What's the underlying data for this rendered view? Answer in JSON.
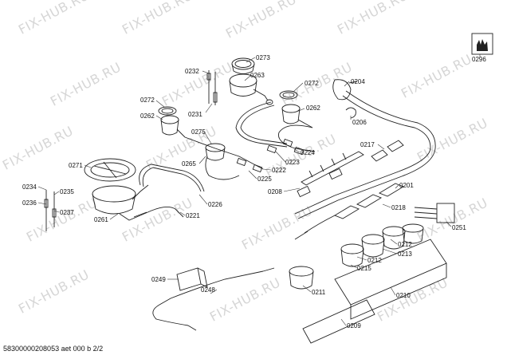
{
  "watermark": "FIX-HUB.RU",
  "footer": "58300000208053 aet 000 b 2/2",
  "labels": {
    "p0296": "0296",
    "p0273": "0273",
    "p0263": "0263",
    "p0232": "0232",
    "p0231": "0231",
    "p0272a": "0272",
    "p0272b": "0272",
    "p0262a": "0262",
    "p0262b": "0262",
    "p0204": "0204",
    "p0206": "0206",
    "p0275": "0275",
    "p0265": "0265",
    "p0224": "0224",
    "p0223": "0223",
    "p0222": "0222",
    "p0225": "0225",
    "p0217": "0217",
    "p0208": "0208",
    "p0201": "0201",
    "p0271": "0271",
    "p0234": "0234",
    "p0235": "0235",
    "p0236": "0236",
    "p0237": "0237",
    "p0226": "0226",
    "p0261": "0261",
    "p0221": "0221",
    "p0218": "0218",
    "p0251": "0251",
    "p0212a": "0212",
    "p0213": "0213",
    "p0212b": "0212",
    "p0215": "0215",
    "p0249": "0249",
    "p0248": "0248",
    "p0211": "0211",
    "p0210": "0210",
    "p0209": "0209"
  }
}
